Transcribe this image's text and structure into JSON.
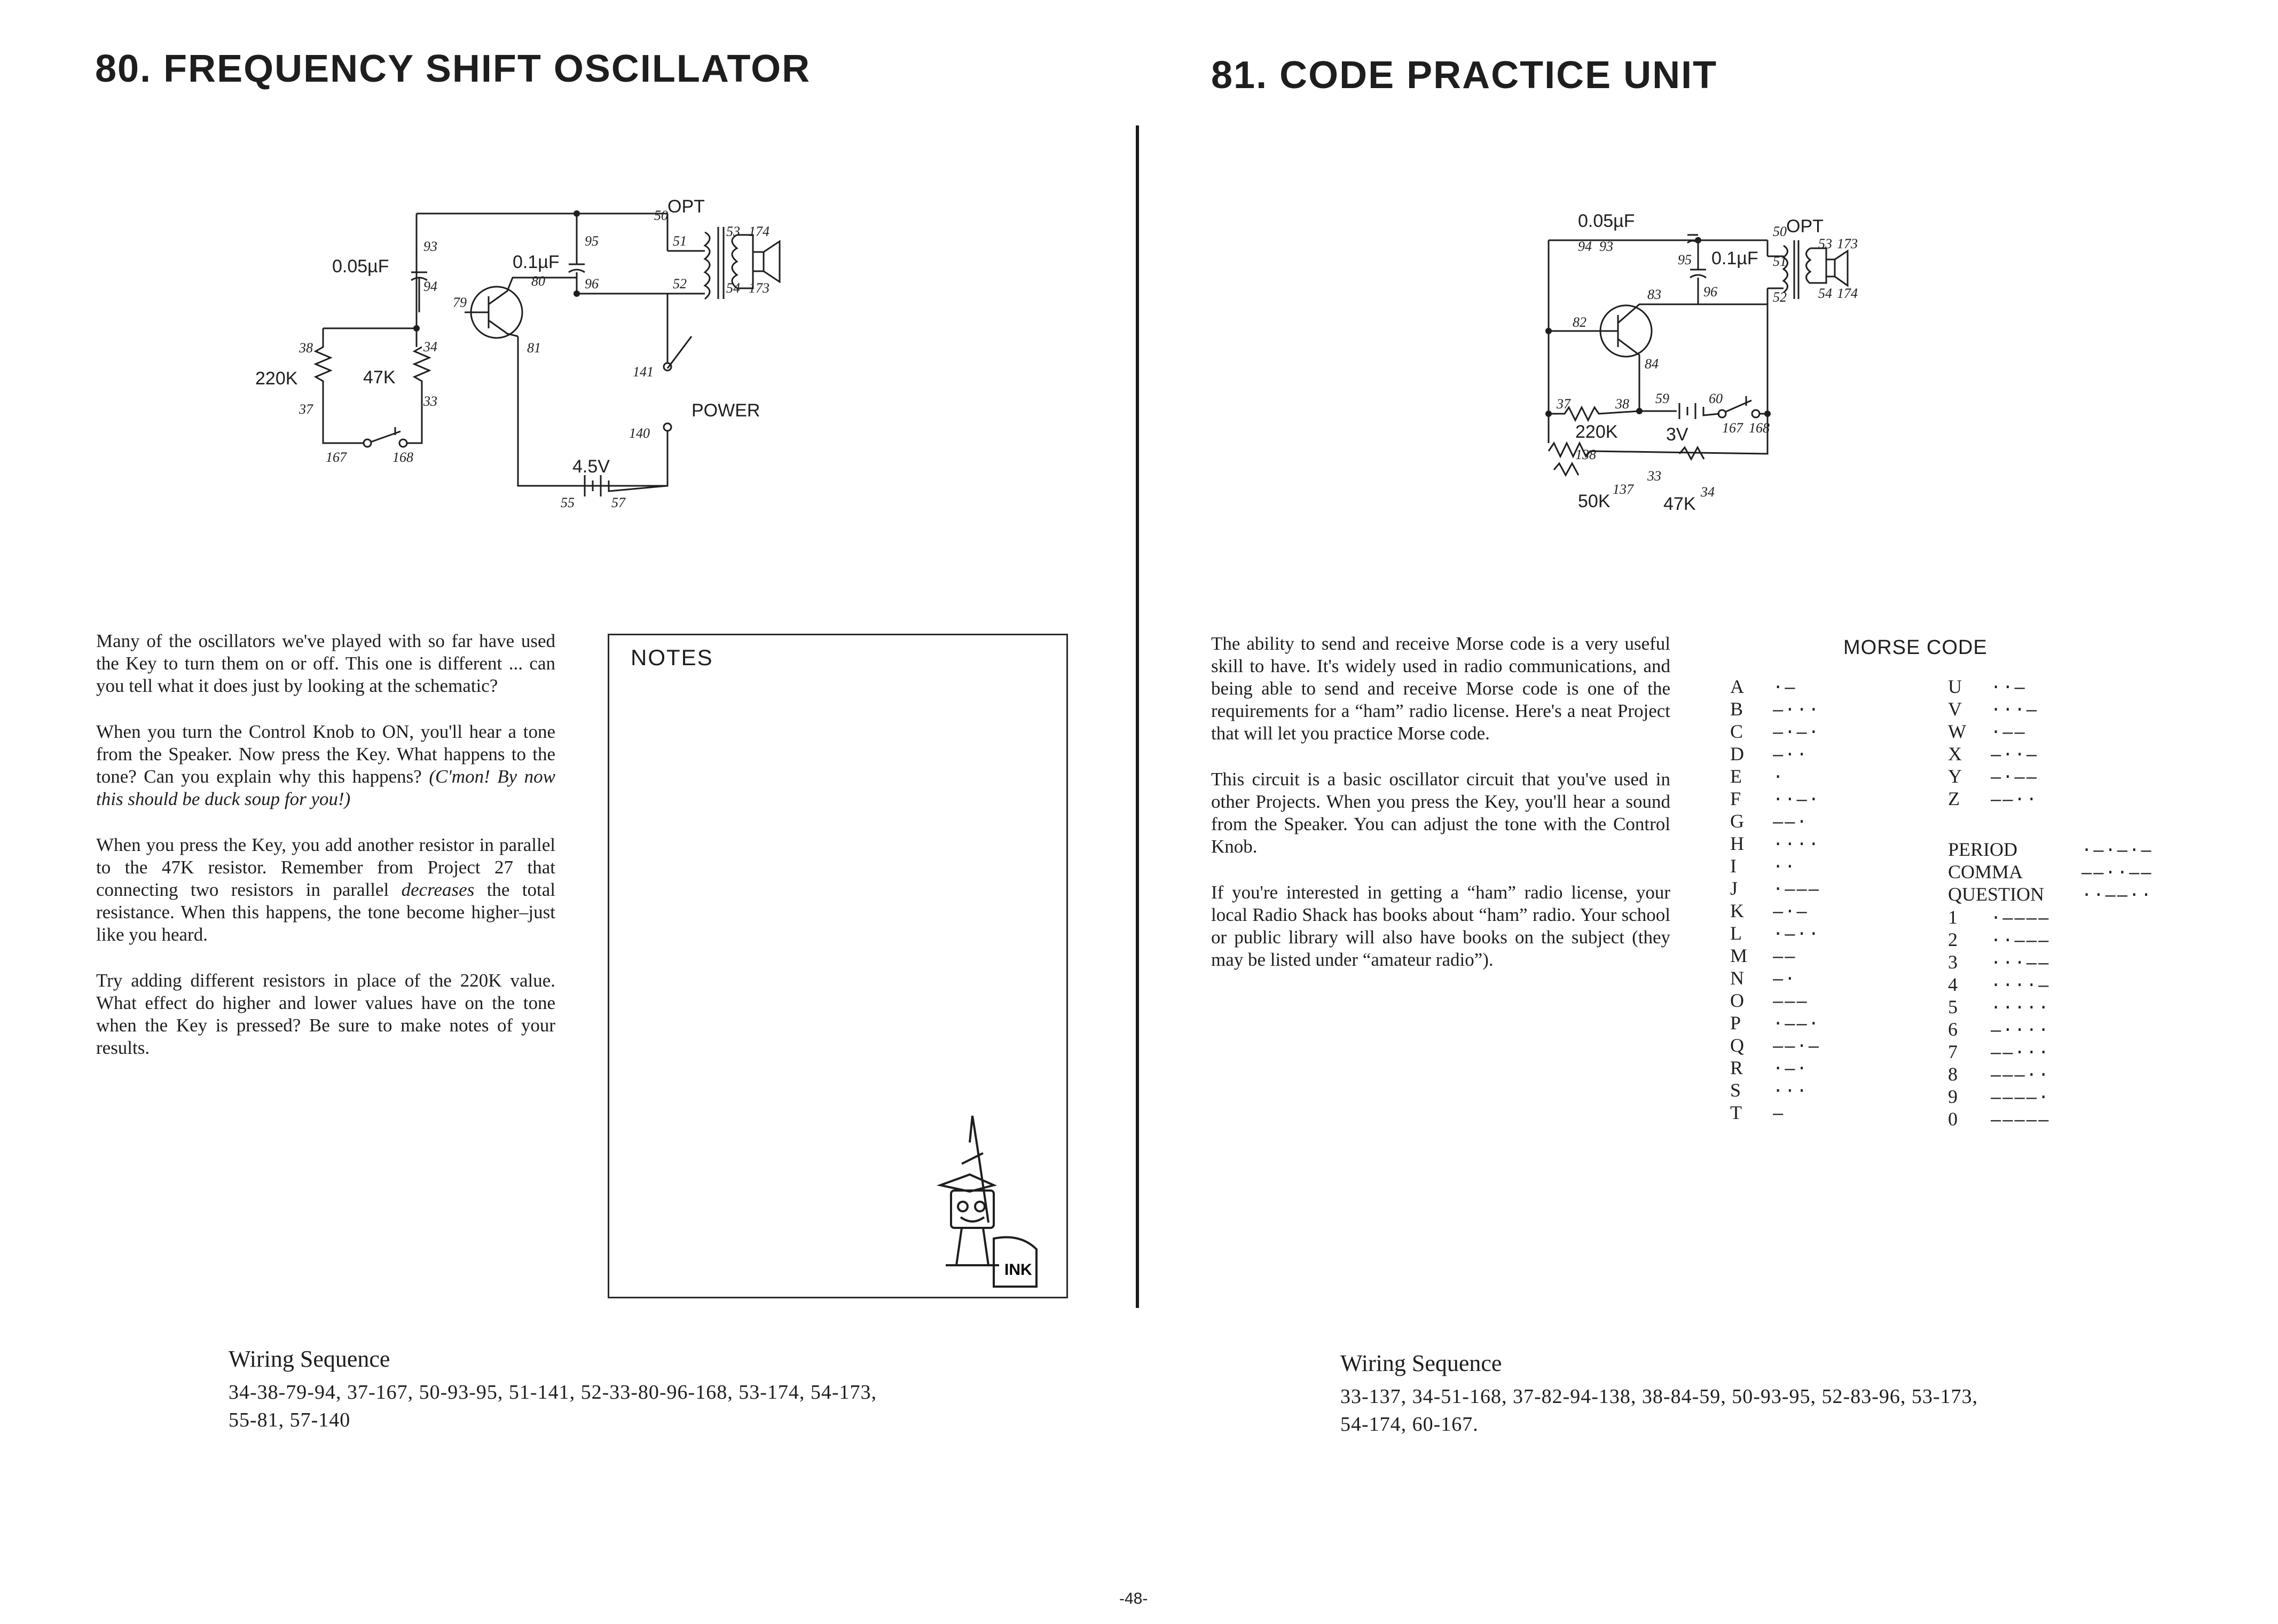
{
  "left": {
    "title": "80. FREQUENCY SHIFT OSCILLATOR",
    "schematic": {
      "cap1": "0.05µF",
      "cap2": "0.1µF",
      "r1": "220K",
      "r2": "47K",
      "battery": "4.5V",
      "switch": "POWER",
      "transformer": "OPT",
      "pins": {
        "p50": "50",
        "p51": "51",
        "p52": "52",
        "p53": "53",
        "p174": "174",
        "p54": "54",
        "p173": "173",
        "p93": "93",
        "p94": "94",
        "p95": "95",
        "p96": "96",
        "p80": "80",
        "p79": "79",
        "p81": "81",
        "p38": "38",
        "p37": "37",
        "p34": "34",
        "p33": "33",
        "p167": "167",
        "p168": "168",
        "p141": "141",
        "p140": "140",
        "p55": "55",
        "p57": "57"
      }
    },
    "paragraphs": [
      "Many of the oscillators we've played with so far have used the Key to turn them on or off. This one is different ... can you tell what it does just by looking at the schematic?",
      "When you turn the Control Knob to ON, you'll hear a tone from the Speaker. Now press the Key. What happens to the tone? Can you explain why this happens?",
      "When you press the Key, you add another resistor in parallel to the 47K resistor. Remember from Project 27 that connecting two resistors in parallel",
      "Try adding different resistors in place of the 220K value. What effect do higher and lower values have on the tone when the Key is pressed? Be sure to make notes of your results."
    ],
    "p2_italic": "(C'mon! By now this should be duck soup for you!)",
    "p3_italic": "decreases",
    "p3_rest": "the total resistance. When this happens, the tone become higher–just like you heard.",
    "notes_label": "NOTES",
    "ink_label": "INK",
    "wiring_title": "Wiring Sequence",
    "wiring_line1": "34-38-79-94, 37-167, 50-93-95, 51-141, 52-33-80-96-168, 53-174, 54-173,",
    "wiring_line2": "55-81, 57-140"
  },
  "right": {
    "title": "81. CODE PRACTICE UNIT",
    "schematic": {
      "cap1": "0.05µF",
      "cap2": "0.1µF",
      "r1": "220K",
      "r2": "47K",
      "r3": "50K",
      "battery": "3V",
      "transformer": "OPT",
      "pins": {
        "p94": "94",
        "p93": "93",
        "p95": "95",
        "p96": "96",
        "p50": "50",
        "p51": "51",
        "p52": "52",
        "p53": "53",
        "p173": "173",
        "p54": "54",
        "p174": "174",
        "p82": "82",
        "p83": "83",
        "p84": "84",
        "p37": "37",
        "p38": "38",
        "p59": "59",
        "p60": "60",
        "p167": "167",
        "p168": "168",
        "p138": "138",
        "p137": "137",
        "p33": "33",
        "p34": "34"
      }
    },
    "paragraphs": [
      "The ability to send and receive Morse code is a very useful skill to have. It's widely used in radio communications, and being able to send and receive Morse code is one of the requirements for a “ham” radio license. Here's a neat Project that will let you practice Morse code.",
      "This circuit is a basic oscillator circuit that you've used in other Projects. When you press the Key, you'll hear a sound from the Speaker. You can adjust the tone with the Control Knob.",
      "If you're interested in getting a “ham” radio license, your local Radio Shack has books about “ham” radio. Your school or public library will also have books on the subject (they may be listed under “amateur radio”)."
    ],
    "morse_title": "MORSE CODE",
    "morse_left": [
      {
        "l": "A",
        "c": "·–"
      },
      {
        "l": "B",
        "c": "–···"
      },
      {
        "l": "C",
        "c": "–·–·"
      },
      {
        "l": "D",
        "c": "–··"
      },
      {
        "l": "E",
        "c": "·"
      },
      {
        "l": "F",
        "c": "··–·"
      },
      {
        "l": "G",
        "c": "––·"
      },
      {
        "l": "H",
        "c": "····"
      },
      {
        "l": "I",
        "c": "··"
      },
      {
        "l": "J",
        "c": "·–––"
      },
      {
        "l": "K",
        "c": "–·–"
      },
      {
        "l": "L",
        "c": "·–··"
      },
      {
        "l": "M",
        "c": "––"
      },
      {
        "l": "N",
        "c": "–·"
      },
      {
        "l": "O",
        "c": "–––"
      },
      {
        "l": "P",
        "c": "·––·"
      },
      {
        "l": "Q",
        "c": "––·–"
      },
      {
        "l": "R",
        "c": "·–·"
      },
      {
        "l": "S",
        "c": "···"
      },
      {
        "l": "T",
        "c": "–"
      }
    ],
    "morse_right_letters": [
      {
        "l": "U",
        "c": "··–"
      },
      {
        "l": "V",
        "c": "···–"
      },
      {
        "l": "W",
        "c": "·––"
      },
      {
        "l": "X",
        "c": "–··–"
      },
      {
        "l": "Y",
        "c": "–·––"
      },
      {
        "l": "Z",
        "c": "––··"
      }
    ],
    "morse_punct": [
      {
        "l": "PERIOD",
        "c": "·–·–·–"
      },
      {
        "l": "COMMA",
        "c": "––··––"
      },
      {
        "l": "QUESTION",
        "c": "··––··"
      }
    ],
    "morse_digits": [
      {
        "l": "1",
        "c": "·––––"
      },
      {
        "l": "2",
        "c": "··–––"
      },
      {
        "l": "3",
        "c": "···––"
      },
      {
        "l": "4",
        "c": "····–"
      },
      {
        "l": "5",
        "c": "·····"
      },
      {
        "l": "6",
        "c": "–····"
      },
      {
        "l": "7",
        "c": "––···"
      },
      {
        "l": "8",
        "c": "–––··"
      },
      {
        "l": "9",
        "c": "––––·"
      },
      {
        "l": "0",
        "c": "–––––"
      }
    ],
    "wiring_title": "Wiring Sequence",
    "wiring_line1": "33-137, 34-51-168, 37-82-94-138, 38-84-59, 50-93-95, 52-83-96, 53-173,",
    "wiring_line2": "54-174, 60-167."
  },
  "page_number": "-48-"
}
